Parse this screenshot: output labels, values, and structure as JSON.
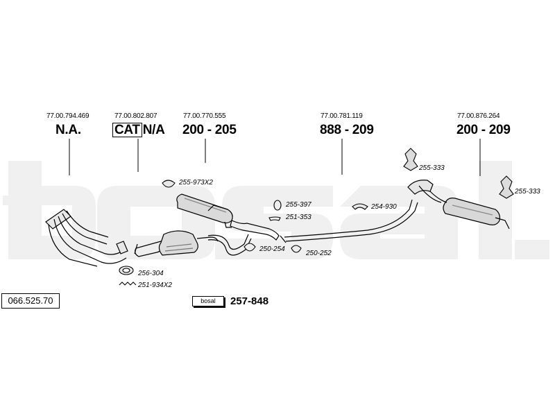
{
  "catalog_number": "066.525.70",
  "watermark_icon": "bosal-watermark",
  "components": [
    {
      "ref": "77.00.794.469",
      "code": "N.A.",
      "cat": ""
    },
    {
      "ref": "77.00.802.807",
      "code": "N/A",
      "cat": "CAT"
    },
    {
      "ref": "77.00.770.555",
      "code": "200 - 205",
      "cat": ""
    },
    {
      "ref": "77.00.781.119",
      "code": "888 - 209",
      "cat": ""
    },
    {
      "ref": "77.00.876.264",
      "code": "200 - 209",
      "cat": ""
    }
  ],
  "parts": [
    "255-973X2",
    "255-397",
    "251-353",
    "254-930",
    "255-333",
    "255-333",
    "250-254",
    "250-252",
    "256-304",
    "251-934X2"
  ],
  "kit": {
    "logo": "bosal",
    "number": "257-848"
  }
}
